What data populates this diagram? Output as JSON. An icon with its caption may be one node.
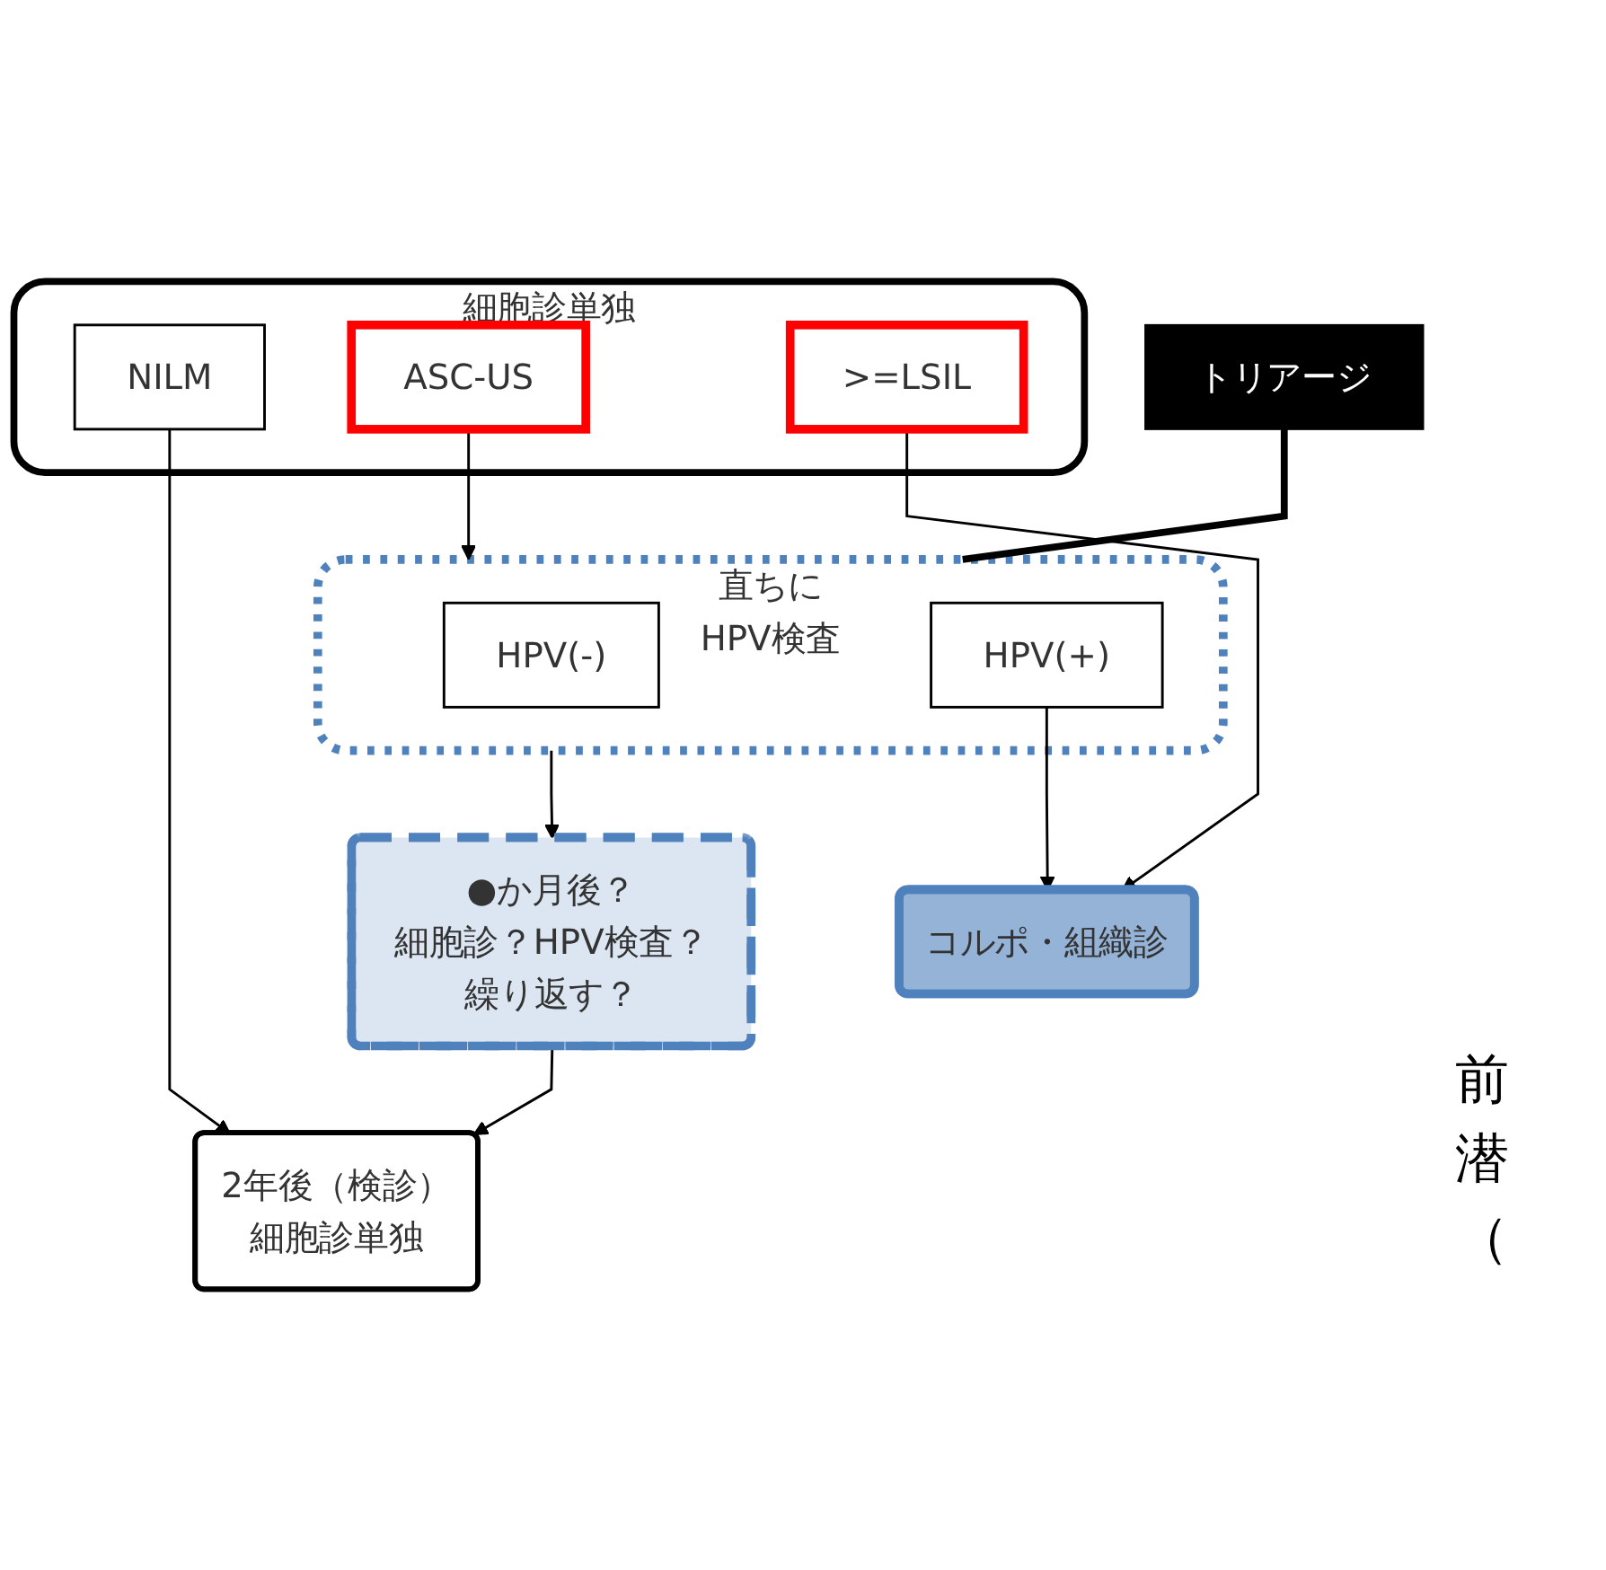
{
  "diagram": {
    "nodes": [
      {
        "text": [
          "細胞診単独"
        ]
      },
      {
        "text": [
          "NILM"
        ],
        "in": 0
      },
      {
        "text": [
          "ASC-US"
        ],
        "in": 0
      },
      {
        "text": [
          ">=LSIL"
        ],
        "in": 0
      },
      {
        "text": [
          "直ちに",
          "HPV検査"
        ]
      },
      {
        "text": [
          "HPV(-)"
        ],
        "in": 4
      },
      {
        "text": [
          "HPV(+)"
        ],
        "in": 4
      },
      {
        "text": [
          "トリアージ"
        ]
      },
      {
        "text": [
          "コルポ・組織診"
        ]
      },
      {
        "text": [
          "●か月後？",
          "細胞診？HPV検査？繰り返す？"
        ]
      },
      {
        "text": [
          "2年後（検診）",
          "細胞診単独"
        ]
      }
    ],
    "edges": [
      {
        "from": 1,
        "to": 10,
        "arrow": "to"
      },
      {
        "from": 2,
        "to": 4,
        "arrow": "to"
      },
      {
        "from": 3,
        "to": 8,
        "arrow": "to"
      },
      {
        "from": 6,
        "to": 8,
        "arrow": "to"
      },
      {
        "from": 7,
        "to": 4,
        "arrow": "none",
        "style": "thick"
      },
      {
        "from": 4,
        "to": 9,
        "arrow": "to"
      },
      {
        "from": 9,
        "to": 10,
        "arrow": "to"
      }
    ],
    "labels": [
      "前",
      "潜",
      "（"
    ]
  }
}
